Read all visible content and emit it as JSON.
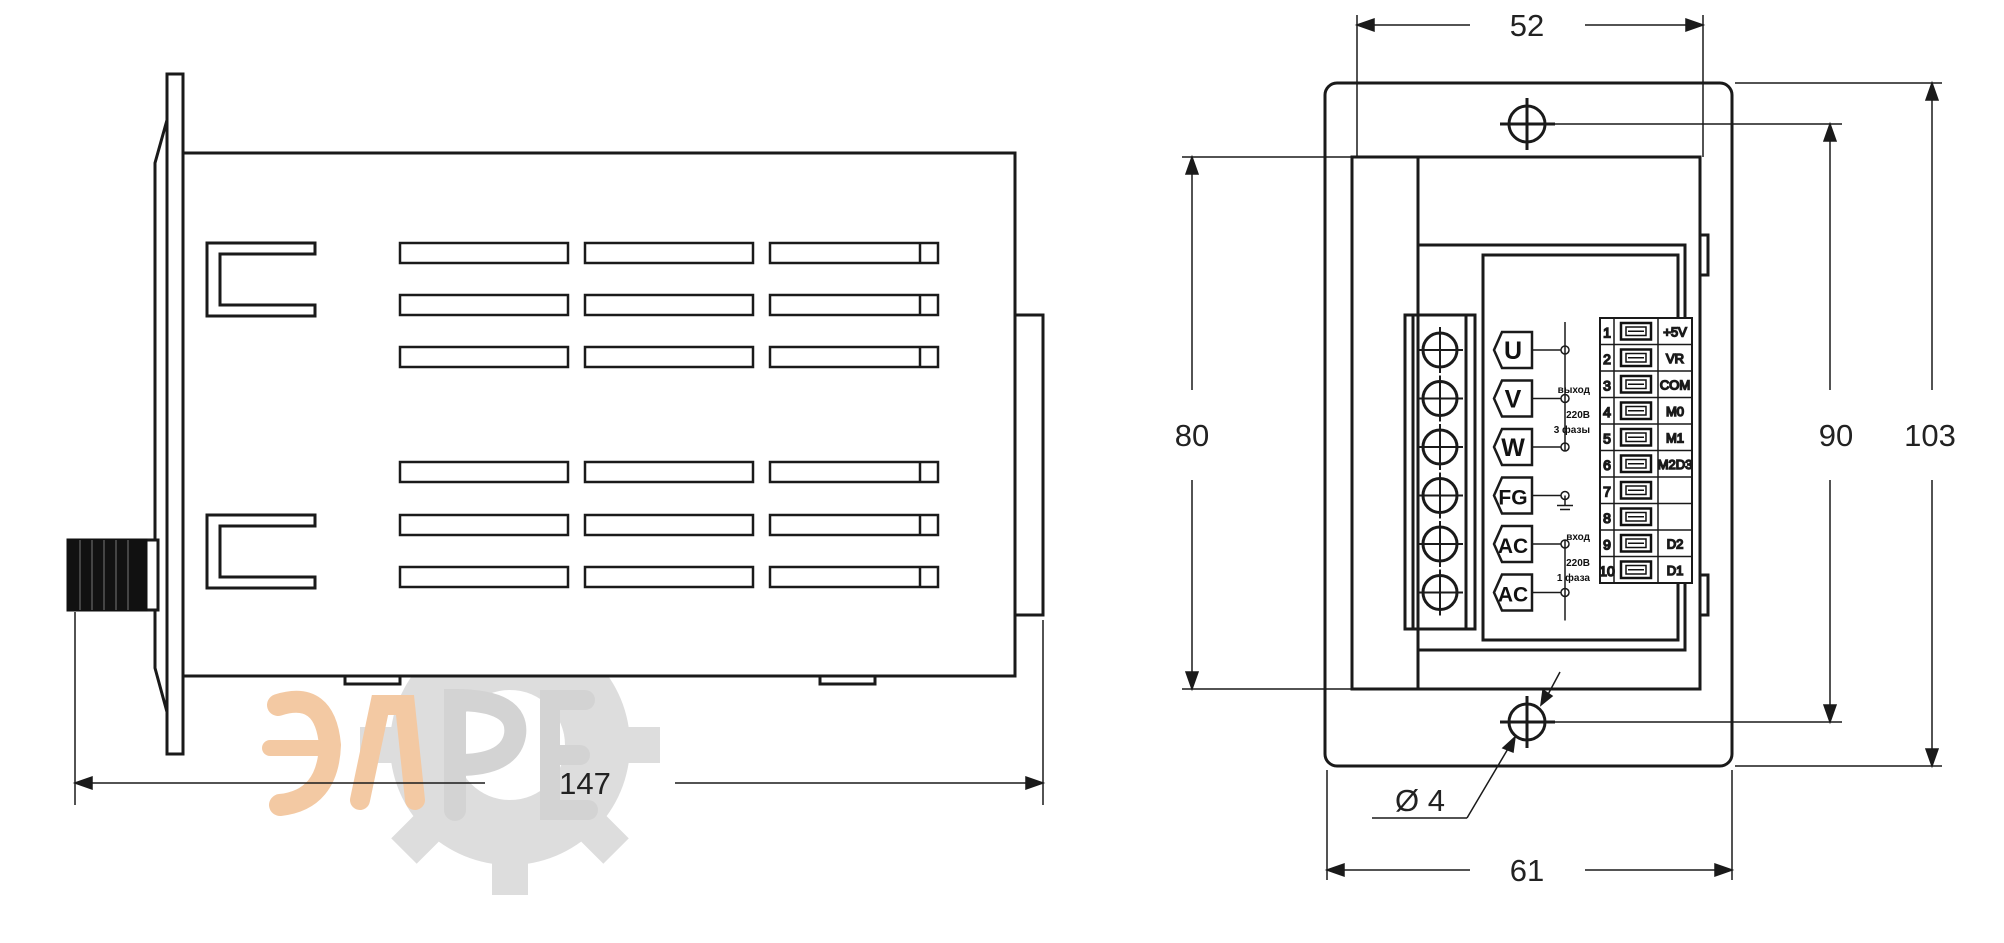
{
  "side_view": {
    "length": "147"
  },
  "front_view": {
    "width_inner": "52",
    "width_outer": "61",
    "height_inner": "80",
    "height_mount": "90",
    "height_outer": "103",
    "hole_diameter": "Ø 4"
  },
  "terminal_block": {
    "power_terminals": [
      "U",
      "V",
      "W",
      "FG",
      "AC",
      "AC"
    ],
    "output_label_1": "выход",
    "output_label_2": "220В",
    "output_label_3": "3 фазы",
    "input_label_1": "вход",
    "input_label_2": "220В",
    "input_label_3": "1 фаза"
  },
  "control_terminals": [
    {
      "num": "1",
      "signal": "+5V"
    },
    {
      "num": "2",
      "signal": "VR"
    },
    {
      "num": "3",
      "signal": "COM"
    },
    {
      "num": "4",
      "signal": "M0"
    },
    {
      "num": "5",
      "signal": "M1"
    },
    {
      "num": "6",
      "signal": "M2D3"
    },
    {
      "num": "7",
      "signal": ""
    },
    {
      "num": "8",
      "signal": ""
    },
    {
      "num": "9",
      "signal": "D2"
    },
    {
      "num": "10",
      "signal": "D1"
    }
  ],
  "watermark": {
    "text": "ЭЛРЕ",
    "gear_color": "#d8d8d8",
    "letter_color": "#f2c49a"
  },
  "colors": {
    "line": "#1a1a1a",
    "connector": "#111111"
  }
}
